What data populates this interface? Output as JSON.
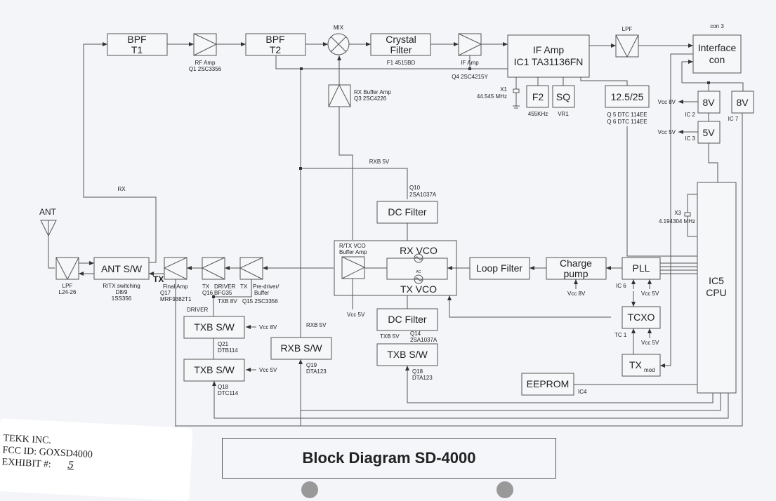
{
  "title": "Block Diagram SD-4000",
  "label_card": {
    "company": "TEKK INC.",
    "fcc_id": "FCC ID: GOXSD4000",
    "exhibit_label": "EXHIBIT #:",
    "exhibit_value": "5"
  },
  "blocks": {
    "bpf_t1": {
      "line1": "BPF",
      "line2": "T1"
    },
    "rf_amp": {
      "label": "RF Amp",
      "part": "Q1  2SC3356"
    },
    "bpf_t2": {
      "line1": "BPF",
      "line2": "T2"
    },
    "mix": {
      "label": "MIX"
    },
    "crystal_filter": {
      "line1": "Crystal",
      "line2": "Filter",
      "part": "F1  4515BD"
    },
    "if_amp_q4": {
      "label": "IF  Amp",
      "part": "Q4  2SC4215Y"
    },
    "if_amp_ic1": {
      "line1": "IF Amp",
      "line2": "IC1  TA31136FN"
    },
    "x1": {
      "label": "X1",
      "freq": "44.545 MHz"
    },
    "f2": {
      "label": "F2",
      "sub": "455KHz"
    },
    "sq": {
      "label": "SQ",
      "sub": "VR1"
    },
    "lpf_top": {
      "label": "LPF"
    },
    "interface": {
      "line1": "Interface",
      "line2": "con",
      "ref": "con 3"
    },
    "ch_sel": {
      "label": "12.5/25",
      "part1": "Q 5  DTC 114EE",
      "part2": "Q 6  DTC 114EE"
    },
    "reg_8v_ic2": {
      "label": "8V",
      "ref": "IC 2",
      "out": "Vcc 8V"
    },
    "reg_5v_ic3": {
      "label": "5V",
      "ref": "IC 3",
      "out": "Vcc 5V"
    },
    "reg_8v_ic7": {
      "label": "8V",
      "ref": "IC 7"
    },
    "rx_buffer": {
      "label": "RX Buffer Amp",
      "part": "Q3  2SC4226"
    },
    "rxb_5v_top": "RXB  5V",
    "dc_filter_rx": {
      "label": "DC Filter",
      "part1": "Q10",
      "part2": "2SA1037A"
    },
    "vco": {
      "rx": "RX VCO",
      "tx": "TX VCO",
      "buffer1": "R/TX VCO",
      "buffer2": "Buffer Amp",
      "ac": "AC",
      "vcc": "Vcc 5V"
    },
    "loop_filter": {
      "label": "Loop Filter"
    },
    "charge_pump": {
      "line1": "Charge",
      "line2": "pump",
      "vcc": "Vcc 8V"
    },
    "pll": {
      "label": "PLL",
      "ref": "IC 6",
      "vcc": "Vcc 5V"
    },
    "tcxo": {
      "label": "TCXO",
      "ref": "TC 1",
      "vcc": "Vcc 5V"
    },
    "txmod": {
      "label": "TX",
      "sub": "mod"
    },
    "x3": {
      "label": "X3",
      "freq": "4.194304  MHz"
    },
    "cpu": {
      "line1": "IC5",
      "line2": "CPU"
    },
    "eeprom": {
      "label": "EEPROM",
      "ref": "IC4"
    },
    "ant": {
      "label": "ANT"
    },
    "lpf_ant": {
      "label": "LPF",
      "part": "L24-26"
    },
    "ant_sw": {
      "label": "ANT S/W",
      "sub1": "R/TX switching",
      "sub2": "D8/9",
      "sub3": "1SS356"
    },
    "rx_label": "RX",
    "tx_label": "TX",
    "final_amp": {
      "label": "Final Amp",
      "part1": "Q17",
      "part2": "MRF9382T1"
    },
    "driver": {
      "label1": "TX",
      "label2": "DRIVER",
      "part1": "Q16",
      "part2": "BFG35",
      "supply": "TXB 8V",
      "driver_label": "DRIVER"
    },
    "predriver": {
      "label1": "TX",
      "label2": "Pre-driver/",
      "label3": "Buffer",
      "part": "Q15  2SC3356"
    },
    "txb_sw_8v": {
      "label": "TXB S/W",
      "vcc": "Vcc 8V",
      "part1": "Q21",
      "part2": "DTB114"
    },
    "txb_sw_5v": {
      "label": "TXB S/W",
      "vcc": "Vcc 5V",
      "part1": "Q18",
      "part2": "DTC114"
    },
    "rxb_sw": {
      "label": "RXB S/W",
      "supply": "RXB  5V",
      "part1": "Q19",
      "part2": "DTA123"
    },
    "dc_filter_tx": {
      "label": "DC Filter",
      "supply": "TXB  5V",
      "part1": "Q14",
      "part2": "2SA1037A"
    },
    "txb_sw_right": {
      "label": "TXB S/W",
      "part1": "Q18",
      "part2": "DTA123"
    }
  }
}
